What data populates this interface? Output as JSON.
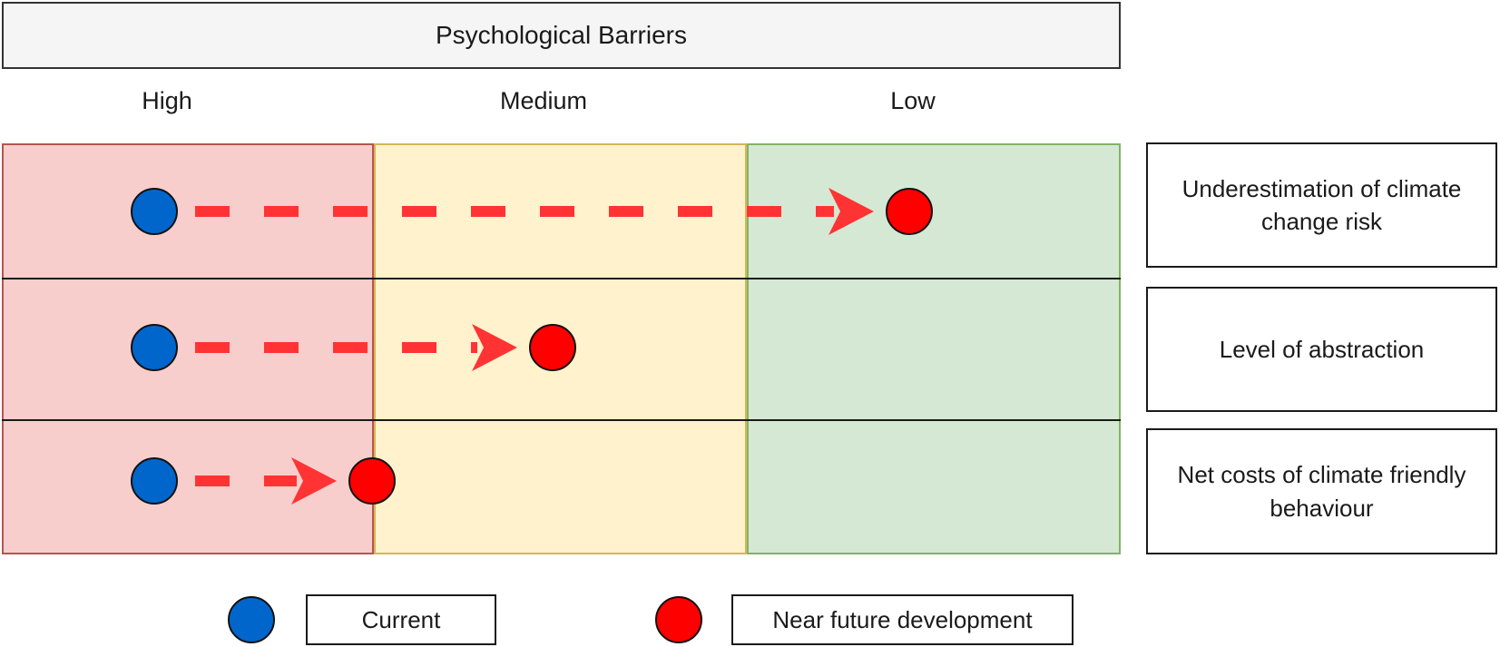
{
  "title": "Psychological Barriers",
  "levels": [
    "High",
    "Medium",
    "Low"
  ],
  "colors": {
    "high_fill": "#f8cecc",
    "high_border": "#b85450",
    "medium_fill": "#fff2cc",
    "medium_border": "#d6b656",
    "low_fill": "#d5e8d4",
    "low_border": "#82b366",
    "current": "#0066cc",
    "future": "#ff0000",
    "arrow": "#ff3333"
  },
  "barriers": [
    {
      "label": "Underestimation of climate change risk",
      "current": "High",
      "future": "Low"
    },
    {
      "label": "Level of abstraction",
      "current": "High",
      "future": "Medium"
    },
    {
      "label": "Net costs of climate friendly behaviour",
      "current": "High",
      "future": "Medium"
    }
  ],
  "legend": {
    "current": "Current",
    "future": "Near future development"
  }
}
